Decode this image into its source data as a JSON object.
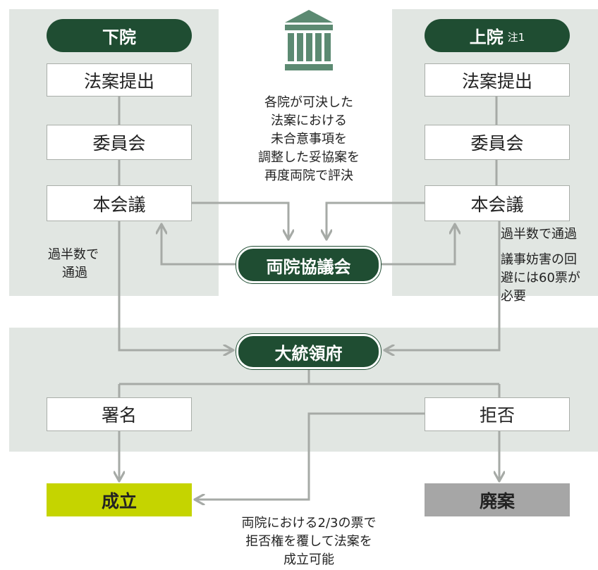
{
  "house": {
    "label": "下院",
    "steps": [
      "法案提出",
      "委員会",
      "本会議"
    ],
    "pass_note": [
      "過半数で",
      "通過"
    ]
  },
  "senate": {
    "label": "上院",
    "note": "注1",
    "steps": [
      "法案提出",
      "委員会",
      "本会議"
    ],
    "pass_note": [
      "過半数で通過"
    ],
    "filibuster_note": [
      "議事妨害の回",
      "避には60票が",
      "必要"
    ]
  },
  "conference": {
    "label": "両院協議会",
    "description": [
      "各院が可決した",
      "法案における",
      "未合意事項を",
      "調整した妥協案を",
      "再度両院で評決"
    ]
  },
  "president": {
    "label": "大統領府",
    "sign": "署名",
    "veto": "拒否"
  },
  "outcomes": {
    "enacted": "成立",
    "failed": "廃案"
  },
  "override_note": [
    "両院における2/3の票で",
    "拒否権を覆して法案を",
    "成立可能"
  ],
  "icons": {
    "capitol": "capitol-building-icon"
  },
  "colors": {
    "dark_green": "#1f4d32",
    "icon_green": "#5c8a72",
    "panel_bg": "#e1e6e2",
    "enacted_bg": "#c5d400",
    "failed_bg": "#a6a6a6",
    "connector": "#a6aaa6"
  }
}
